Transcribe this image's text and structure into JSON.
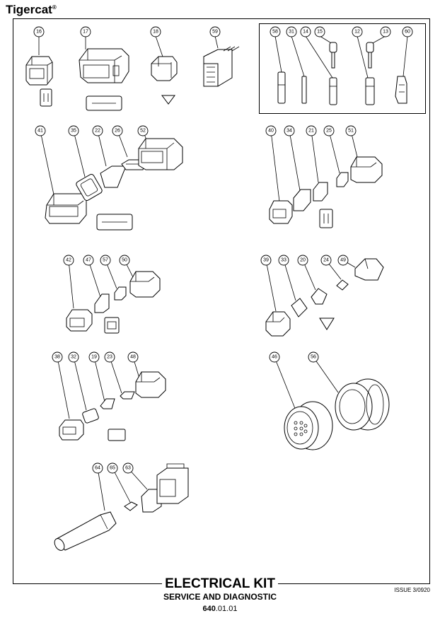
{
  "header": {
    "brand": "Tigercat",
    "reg_mark": "®"
  },
  "callouts": {
    "c16": "16",
    "c17": "17",
    "c18": "18",
    "c59": "59",
    "c58": "58",
    "c31": "31",
    "c14": "14",
    "c15": "15",
    "c12": "12",
    "c13": "13",
    "c60": "60",
    "c41": "41",
    "c35": "35",
    "c22": "22",
    "c26": "26",
    "c52": "52",
    "c40": "40",
    "c34": "34",
    "c21": "21",
    "c25": "25",
    "c51": "51",
    "c42": "42",
    "c47": "47",
    "c57": "57",
    "c50": "50",
    "c39": "39",
    "c33": "33",
    "c20": "20",
    "c24": "24",
    "c49": "49",
    "c38": "38",
    "c32": "32",
    "c19": "19",
    "c23": "23",
    "c48": "48",
    "c46": "46",
    "c56": "56",
    "c64": "64",
    "c65": "65",
    "c63": "63"
  },
  "footer": {
    "title": "ELECTRICAL KIT",
    "subtitle": "SERVICE AND DIAGNOSTIC",
    "code_bold": "640",
    "code_rest": ".01.01",
    "issue": "ISSUE 3/0920"
  }
}
